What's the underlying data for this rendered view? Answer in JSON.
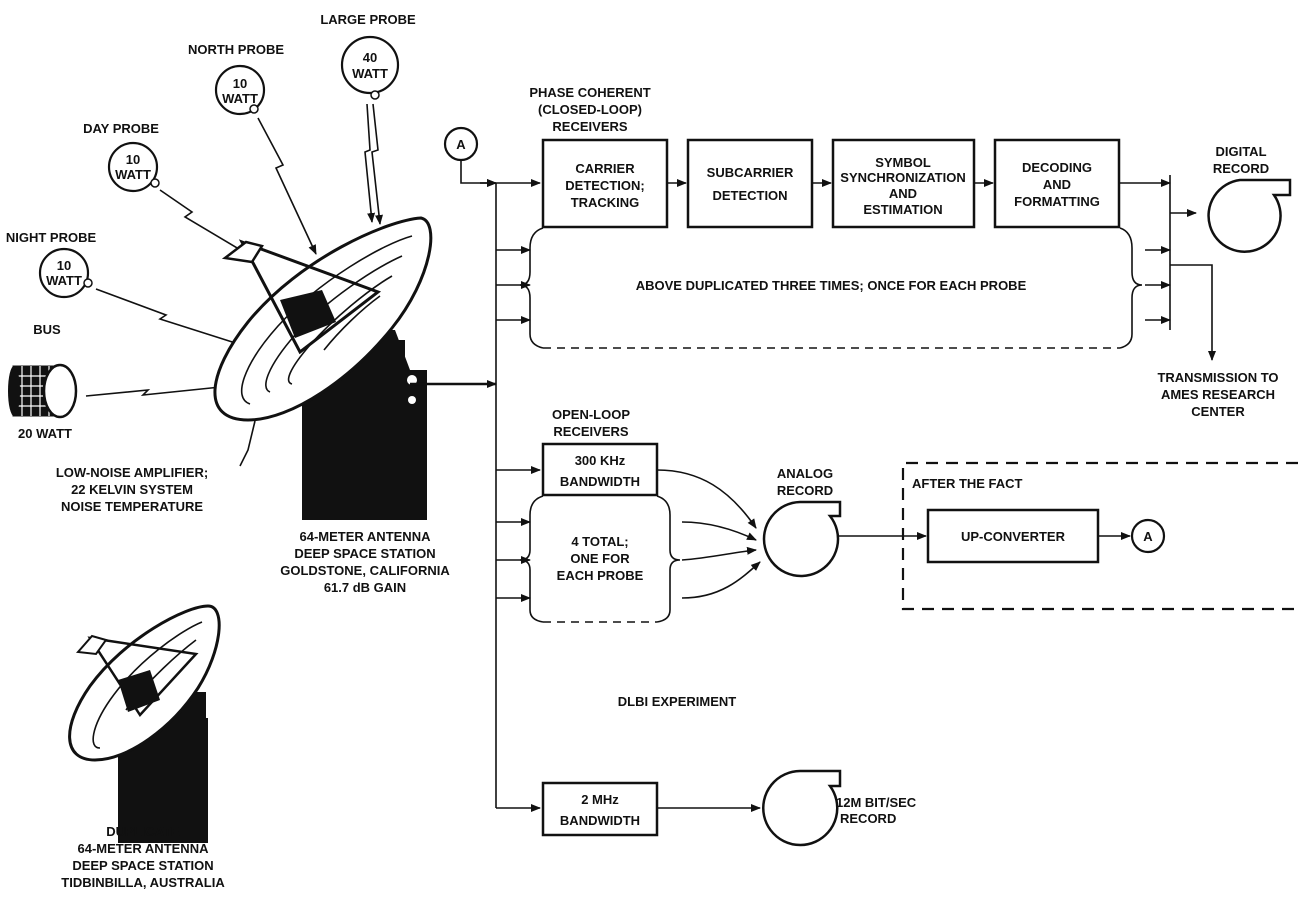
{
  "probes": {
    "large": {
      "name": "LARGE PROBE",
      "power": [
        "40",
        "WATT"
      ]
    },
    "north": {
      "name": "NORTH PROBE",
      "power": [
        "10",
        "WATT"
      ]
    },
    "day": {
      "name": "DAY PROBE",
      "power": [
        "10",
        "WATT"
      ]
    },
    "night": {
      "name": "NIGHT PROBE",
      "power": [
        "10",
        "WATT"
      ]
    },
    "bus": {
      "name": "BUS",
      "power": "20 WATT"
    }
  },
  "antenna_main": {
    "lna": [
      "LOW-NOISE AMPLIFIER;",
      "22 KELVIN SYSTEM",
      "NOISE TEMPERATURE"
    ],
    "caption": [
      "64-METER ANTENNA",
      "DEEP SPACE STATION",
      "GOLDSTONE, CALIFORNIA",
      "61.7 dB GAIN"
    ]
  },
  "antenna_dup": {
    "caption": [
      "DUPLICATE",
      "64-METER ANTENNA",
      "DEEP SPACE STATION",
      "TIDBINBILLA, AUSTRALIA"
    ]
  },
  "connector": {
    "letter": "A"
  },
  "closed_loop": {
    "title": [
      "PHASE COHERENT",
      "(CLOSED-LOOP)",
      "RECEIVERS"
    ],
    "boxes": [
      [
        "CARRIER",
        "DETECTION;",
        "TRACKING"
      ],
      [
        "SUBCARRIER",
        "DETECTION"
      ],
      [
        "SYMBOL",
        "SYNCHRONIZATION",
        "AND",
        "ESTIMATION"
      ],
      [
        "DECODING",
        "AND",
        "FORMATTING"
      ]
    ],
    "duplicated_note": "ABOVE DUPLICATED THREE TIMES;  ONCE FOR EACH PROBE",
    "digital_record": [
      "DIGITAL",
      "RECORD"
    ],
    "transmission": [
      "TRANSMISSION TO",
      "AMES RESEARCH",
      "CENTER"
    ]
  },
  "open_loop": {
    "title": [
      "OPEN-LOOP",
      "RECEIVERS"
    ],
    "box": [
      "300 KHz",
      "BANDWIDTH"
    ],
    "dup_box": [
      "4 TOTAL;",
      "ONE FOR",
      "EACH PROBE"
    ],
    "analog_record": [
      "ANALOG",
      "RECORD"
    ],
    "after_fact": "AFTER THE FACT",
    "upconverter": "UP-CONVERTER"
  },
  "dlbi": {
    "title": "DLBI EXPERIMENT",
    "box": [
      "2 MHz",
      "BANDWIDTH"
    ],
    "record": [
      "12M BIT/SEC",
      "RECORD"
    ]
  }
}
